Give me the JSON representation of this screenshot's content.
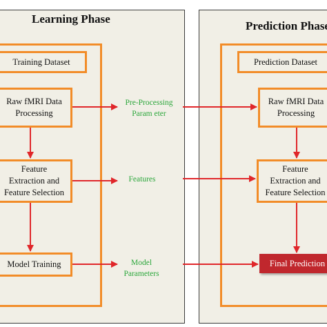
{
  "learning": {
    "title": "Learning Phase",
    "training_dataset": "Training Dataset",
    "raw_processing": "Raw fMRI Data\nProcessing",
    "feature_extraction": "Feature\nExtraction and\nFeature Selection",
    "model_training": "Model Training"
  },
  "outputs": {
    "preprocessing_parameter": "Pre-Processing\nParam eter",
    "features": "Features",
    "model_parameters": "Model\nParameters"
  },
  "prediction": {
    "title": "Prediction Phase",
    "prediction_dataset": "Prediction Dataset",
    "raw_processing": "Raw fMRI Data\nProcessing",
    "feature_extraction": "Feature\nExtraction and\nFeature Selection",
    "final_prediction": "Final Prediction"
  },
  "colors": {
    "panel_bg": "#f1efe6",
    "box_border": "#f28c28",
    "arrow": "#e0262a",
    "label_green": "#2aa63a",
    "final_bg": "#c0272d"
  }
}
